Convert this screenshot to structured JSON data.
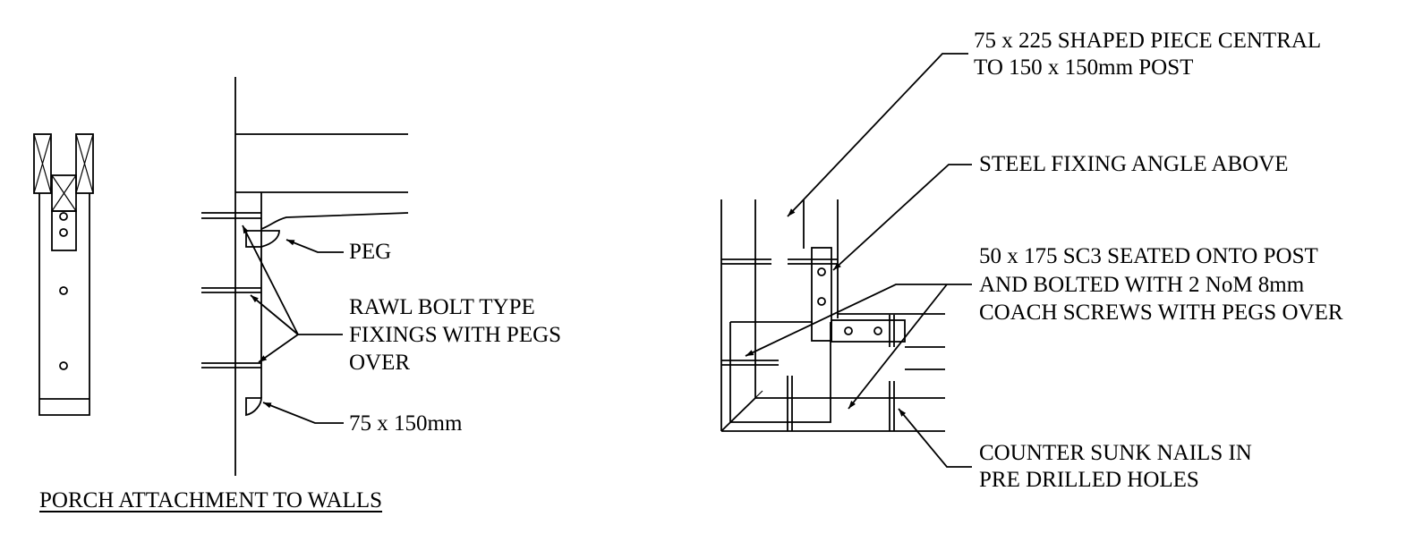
{
  "title": "PORCH ATTACHMENT TO WALLS",
  "callouts": {
    "peg": "PEG",
    "rawl_line1": "RAWL BOLT TYPE",
    "rawl_line2": "FIXINGS WITH PEGS",
    "rawl_line3": "OVER",
    "size_75x150": "75 x 150mm",
    "shaped_line1": "75 x 225 SHAPED PIECE CENTRAL",
    "shaped_line2": "TO 150 x 150mm POST",
    "steel_angle": "STEEL FIXING ANGLE ABOVE",
    "sc3_line1": "50 x 175 SC3 SEATED ONTO POST",
    "sc3_line2": "AND BOLTED WITH 2 NoM 8mm",
    "sc3_line3": "COACH SCREWS WITH PEGS OVER",
    "nails_line1": "COUNTER SUNK NAILS IN",
    "nails_line2": "PRE DRILLED HOLES"
  },
  "colors": {
    "ink": "#000000",
    "background": "#ffffff"
  }
}
